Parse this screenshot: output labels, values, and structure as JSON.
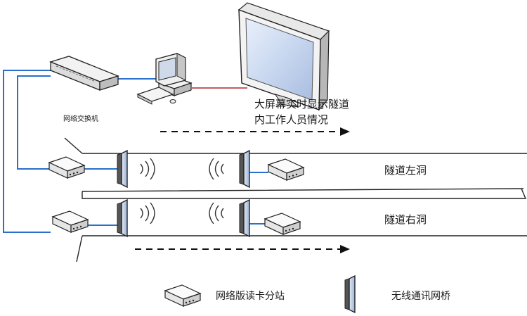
{
  "labels": {
    "switch": "网络交换机",
    "screen_line1": "大屏幕实时显示隧道",
    "screen_line2": "内工作人员情况",
    "left_tunnel": "隧道左洞",
    "right_tunnel": "隧道右洞"
  },
  "legend": {
    "reader_station": "网络版读卡分站",
    "wireless_bridge": "无线通讯网桥"
  },
  "colors": {
    "network_cable": "#2a6fc9",
    "display_cable": "#b0262a",
    "outline": "#222222",
    "device_fill": "#f4f4f4"
  },
  "icons": [
    "network-switch-icon",
    "computer-icon",
    "large-screen-icon",
    "card-reader-station-icon",
    "wireless-bridge-icon",
    "signal-wave-icon",
    "flow-arrow-icon"
  ]
}
